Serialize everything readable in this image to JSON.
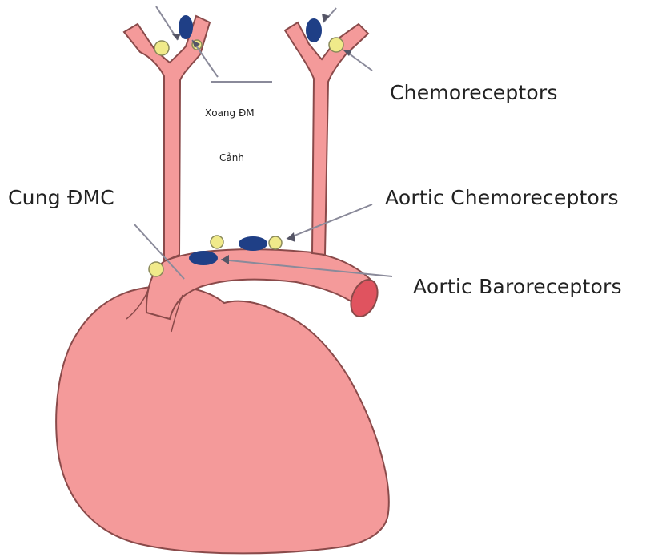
{
  "labels": {
    "chemoreceptors": "Chemoreceptors",
    "carotid_sinus_line1": "Xoang ĐM",
    "carotid_sinus_line2": "Cảnh",
    "aortic_arch": "Cung ĐMC",
    "aortic_chemoreceptors": "Aortic Chemoreceptors",
    "aortic_baroreceptors": "Aortic Baroreceptors"
  },
  "colors": {
    "tissue": "#f49a9a",
    "tissue_outline": "#8a4a4a",
    "receptor_yellow": "#f0ea8a",
    "receptor_blue": "#1f3f86",
    "aorta_cut": "#e0535f",
    "pointer": "#8a8a9a"
  }
}
